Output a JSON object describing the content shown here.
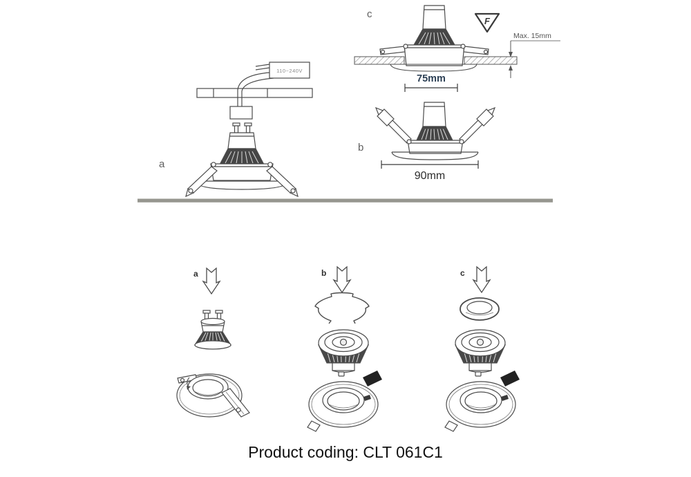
{
  "caption": "Product coding: CLT 061C1",
  "installation": {
    "diagram_a": {
      "label": "a",
      "driver_voltage": "110~240V"
    },
    "diagram_b": {
      "label": "b",
      "outer_diameter": "90mm"
    },
    "diagram_c": {
      "label": "c",
      "cutout_diameter": "75mm",
      "max_ceiling_thickness": "Max. 15mm",
      "f_mark_letter": "F"
    }
  },
  "assembly_steps": [
    {
      "label": "a"
    },
    {
      "label": "b"
    },
    {
      "label": "c"
    }
  ],
  "colors": {
    "line": "#4b4b4b",
    "fin_dark": "#454545",
    "dimension_blue": "#2e4156",
    "divider": "#96968f",
    "caption_text": "#111111"
  }
}
